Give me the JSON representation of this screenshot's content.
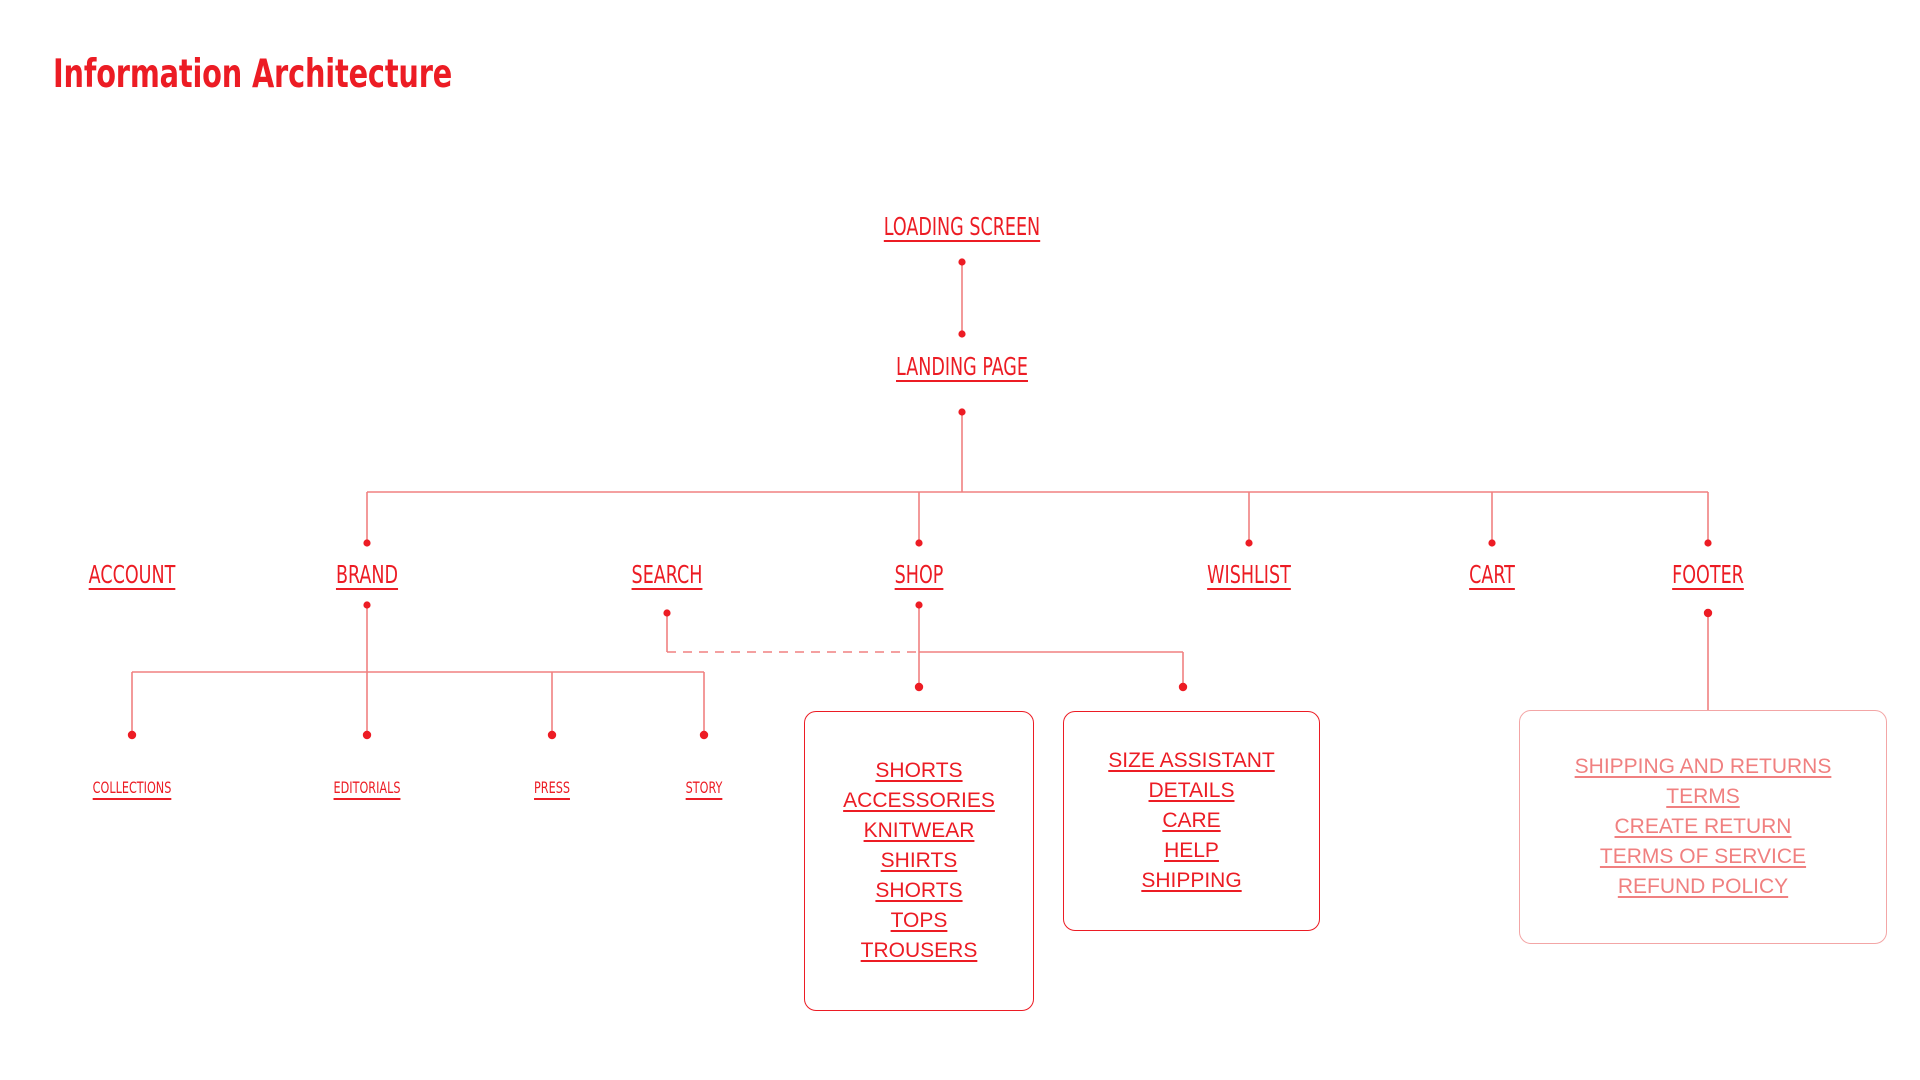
{
  "page": {
    "title": "Information Architecture",
    "accent_color": "#EC1C24",
    "line_color": "#F08080",
    "faded_color": "#F08080",
    "background": "#FFFFFF"
  },
  "diagram": {
    "type": "tree",
    "root": {
      "label": "LOADING SCREEN"
    },
    "level1": {
      "label": "LANDING PAGE"
    },
    "level2": [
      {
        "label": "ACCOUNT"
      },
      {
        "label": "BRAND"
      },
      {
        "label": "SEARCH"
      },
      {
        "label": "SHOP"
      },
      {
        "label": "WISHLIST"
      },
      {
        "label": "CART"
      },
      {
        "label": "FOOTER"
      }
    ],
    "brand_children": [
      {
        "label": "COLLECTIONS"
      },
      {
        "label": "EDITORIALS"
      },
      {
        "label": "PRESS"
      },
      {
        "label": "STORY"
      }
    ],
    "shop_box": {
      "items": [
        "SHORTS",
        "ACCESSORIES",
        "KNITWEAR",
        "SHIRTS",
        "SHORTS",
        "TOPS",
        "TROUSERS"
      ]
    },
    "detail_box": {
      "items": [
        "SIZE ASSISTANT",
        "DETAILS",
        "CARE",
        "HELP",
        "SHIPPING"
      ]
    },
    "footer_box": {
      "items": [
        "SHIPPING AND RETURNS",
        "TERMS",
        "CREATE RETURN",
        "TERMS OF SERVICE",
        "REFUND POLICY"
      ]
    }
  }
}
